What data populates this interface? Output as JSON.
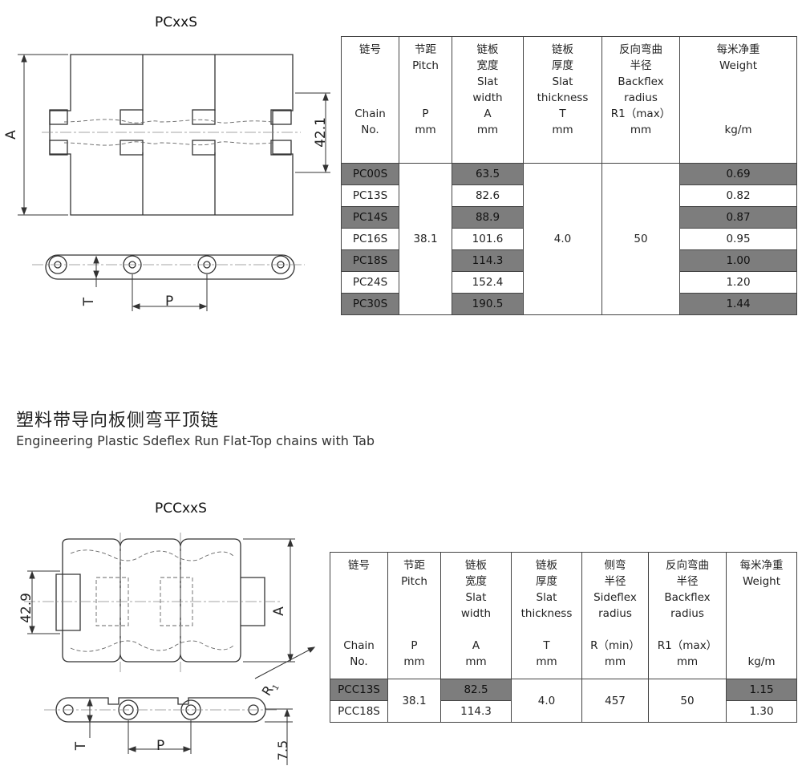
{
  "top": {
    "label": "PCxxS",
    "dims": {
      "a": "A",
      "h": "42.1",
      "t": "T",
      "p": "P"
    },
    "table": {
      "headers": [
        {
          "lines": [
            "链号",
            "",
            "",
            "",
            "Chain",
            "No."
          ]
        },
        {
          "lines": [
            "节距",
            "Pitch",
            "",
            "",
            "P",
            "mm"
          ]
        },
        {
          "lines": [
            "链板",
            "宽度",
            "Slat",
            "width",
            "A",
            "mm"
          ]
        },
        {
          "lines": [
            "链板",
            "厚度",
            "Slat",
            "thickness",
            "T",
            "mm"
          ]
        },
        {
          "lines": [
            "反向弯曲",
            "半径",
            "Backflex",
            "radius",
            "R1（max）",
            "mm"
          ]
        },
        {
          "lines": [
            "每米净重",
            "Weight",
            "",
            "",
            "",
            "kg/m"
          ]
        }
      ],
      "rows": [
        {
          "chain": "PC00S",
          "width": "63.5",
          "weight": "0.69"
        },
        {
          "chain": "PC13S",
          "width": "82.6",
          "weight": "0.82"
        },
        {
          "chain": "PC14S",
          "width": "88.9",
          "weight": "0.87"
        },
        {
          "chain": "PC16S",
          "width": "101.6",
          "weight": "0.95"
        },
        {
          "chain": "PC18S",
          "width": "114.3",
          "weight": "1.00"
        },
        {
          "chain": "PC24S",
          "width": "152.4",
          "weight": "1.20"
        },
        {
          "chain": "PC30S",
          "width": "190.5",
          "weight": "1.44"
        }
      ],
      "pitch": "38.1",
      "thickness": "4.0",
      "backflex": "50"
    }
  },
  "section": {
    "title_zh": "塑料带导向板侧弯平顶链",
    "title_en": "Engineering Plastic Sdeflex Run Flat-Top chains with Tab"
  },
  "bottom": {
    "label": "PCCxxS",
    "dims": {
      "h": "42.9",
      "a": "A",
      "r": "R",
      "r_sub": "1",
      "t": "T",
      "p": "P",
      "h2": "7.5"
    },
    "table": {
      "headers": [
        {
          "lines": [
            "链号",
            "",
            "",
            "",
            "",
            "Chain",
            "No."
          ]
        },
        {
          "lines": [
            "节距",
            "Pitch",
            "",
            "",
            "",
            "P",
            "mm"
          ]
        },
        {
          "lines": [
            "链板",
            "宽度",
            "Slat",
            "width",
            "",
            "A",
            "mm"
          ]
        },
        {
          "lines": [
            "链板",
            "厚度",
            "Slat",
            "thickness",
            "",
            "T",
            "mm"
          ]
        },
        {
          "lines": [
            "侧弯",
            "半径",
            "Sideflex",
            "radius",
            "",
            "R（min）",
            "mm"
          ]
        },
        {
          "lines": [
            "反向弯曲",
            "半径",
            "Backflex",
            "radius",
            "",
            "R1（max）",
            "mm"
          ]
        },
        {
          "lines": [
            "每米净重",
            "Weight",
            "",
            "",
            "",
            "",
            "kg/m"
          ]
        }
      ],
      "rows": [
        {
          "chain": "PCC13S",
          "width": "82.5",
          "weight": "1.15"
        },
        {
          "chain": "PCC18S",
          "width": "114.3",
          "weight": "1.30"
        }
      ],
      "pitch": "38.1",
      "thickness": "4.0",
      "sideflex": "457",
      "backflex": "50"
    }
  }
}
